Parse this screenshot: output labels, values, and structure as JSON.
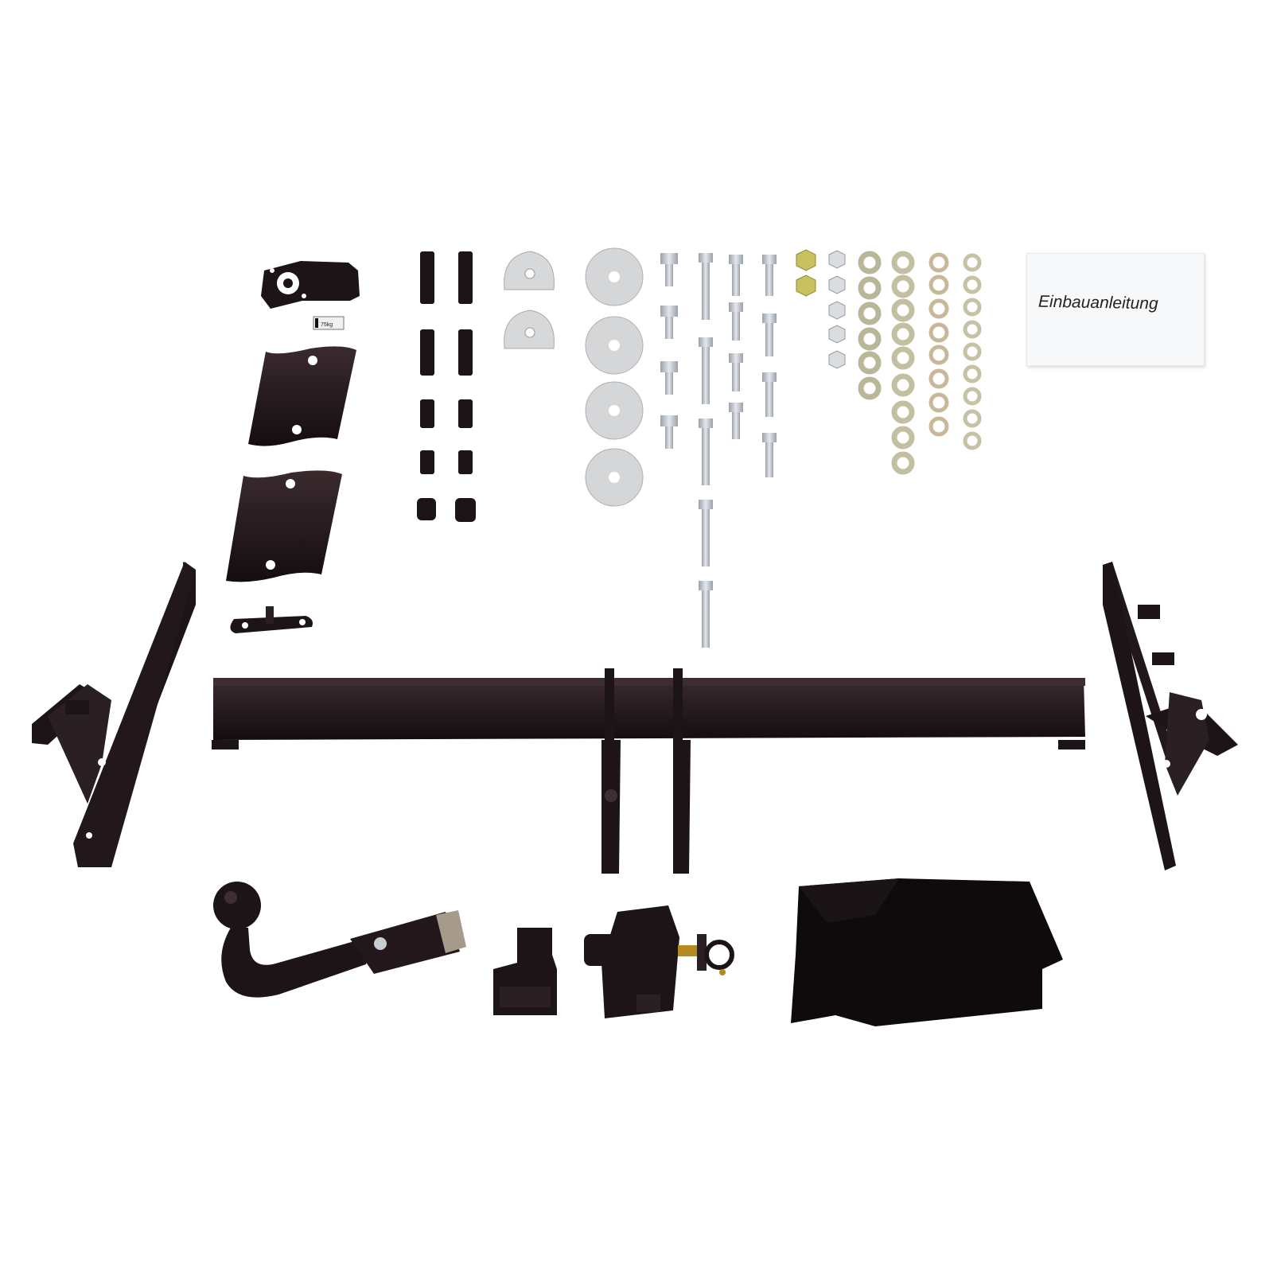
{
  "photo": {
    "subject": "tow-bar-kit",
    "background_color": "#ffffff",
    "part_color": "#1c1416",
    "metal_color": "#c7ccd3",
    "washer_color": "#cfcfb8"
  },
  "manual": {
    "title": "Einbauanleitung"
  },
  "label_sticker": {
    "text": "75kg"
  }
}
